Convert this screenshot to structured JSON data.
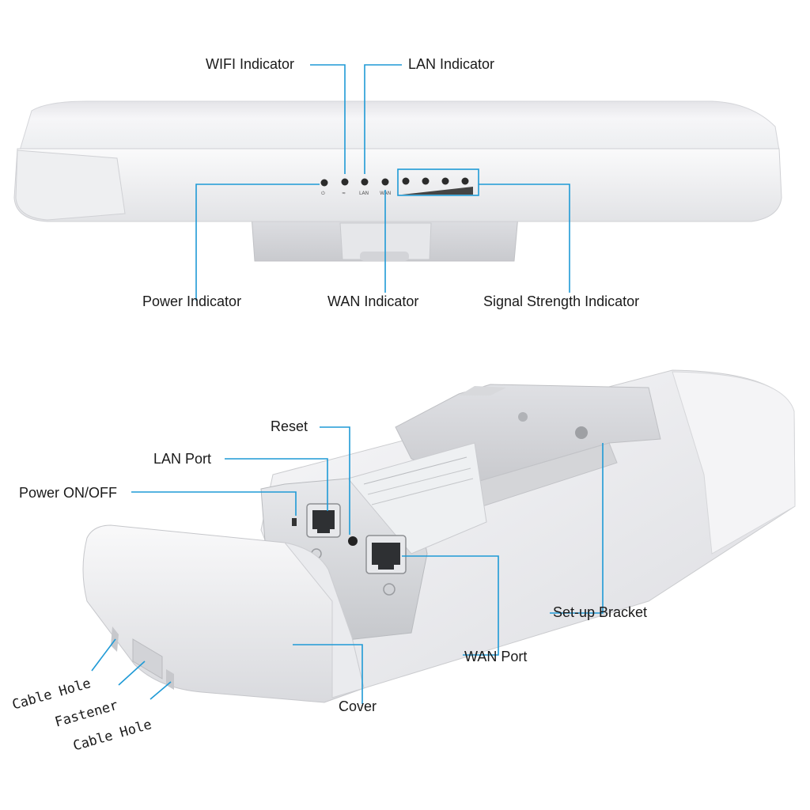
{
  "colors": {
    "callout_line": "#1f9ad6",
    "device_body": "#f2f2f4",
    "label_text": "#1a1a1a"
  },
  "top_device": {
    "indicators": {
      "wifi": "WIFI Indicator",
      "lan": "LAN Indicator",
      "power": "Power Indicator",
      "wan": "WAN Indicator",
      "signal": "Signal Strength Indicator"
    },
    "led_labels": {
      "lan": "LAN",
      "wan": "WAN"
    }
  },
  "bottom_device": {
    "labels": {
      "reset": "Reset",
      "lan_port": "LAN Port",
      "power_switch": "Power ON/OFF",
      "setup_bracket": "Set-up Bracket",
      "wan_port": "WAN Port",
      "cover": "Cover",
      "cable_hole_1": "Cable Hole",
      "fastener": "Fastener",
      "cable_hole_2": "Cable Hole"
    }
  }
}
